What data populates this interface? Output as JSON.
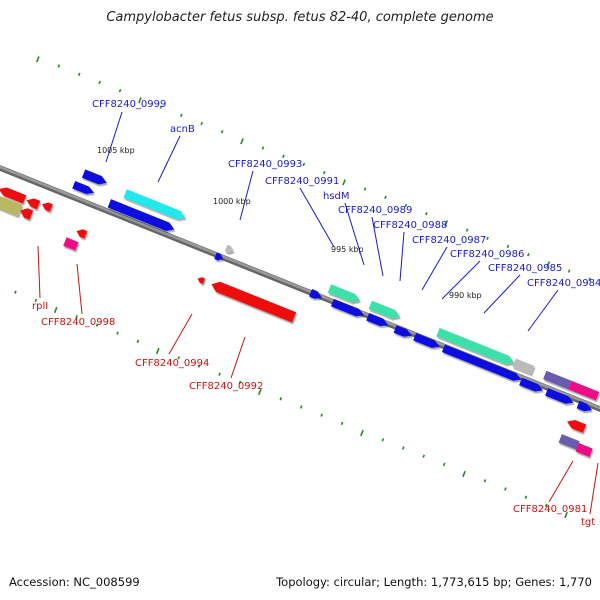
{
  "title": "Campylobacter fetus subsp. fetus 82-40, complete genome",
  "footer": {
    "accession": "Accession: NC_008599",
    "summary": "Topology: circular; Length: 1,773,615 bp; Genes: 1,770"
  },
  "scale_labels": [
    "1005 kbp",
    "1000 kbp",
    "995 kbp",
    "990 kbp"
  ],
  "genes_top": [
    "CFF8240_0999",
    "acnB",
    "CFF8240_0993",
    "CFF8240_0991",
    "hsdM",
    "CFF8240_0989",
    "CFF8240_0988",
    "CFF8240_0987",
    "CFF8240_0986",
    "CFF8240_0985",
    "CFF8240_0984"
  ],
  "genes_bottom": [
    "rplI",
    "CFF8240_0998",
    "CFF8240_0994",
    "CFF8240_0992",
    "CFF8240_0981",
    "tgt"
  ],
  "colors": {
    "forward_label": "#1a1acc",
    "reverse_label": "#cc1111",
    "backbone": "#8a8a8a",
    "tick": "#1f8a1f",
    "blue": "#1010dd",
    "cyan": "#20e8ee",
    "teal": "#3ee0a8",
    "red": "#ee1111",
    "magenta": "#ee1188",
    "olive": "#b8b860",
    "purple": "#6a5ab0",
    "gray": "#bbbbbb"
  }
}
